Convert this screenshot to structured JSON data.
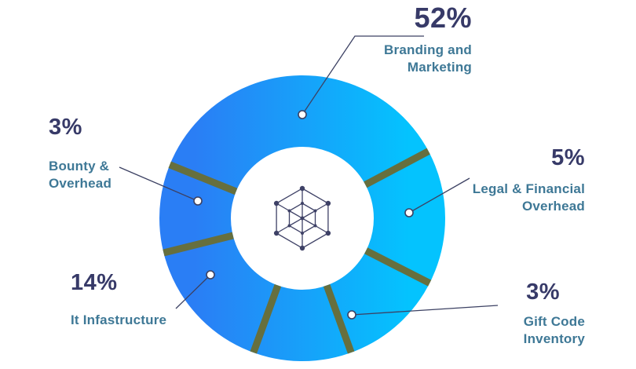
{
  "chart_data": {
    "type": "pie",
    "subtype": "donut",
    "title": "",
    "categories": [
      "Branding and Marketing",
      "Legal & Financial Overhead",
      "Gift Code Inventory",
      "It Infastructure",
      "Bounty & Overhead"
    ],
    "values": [
      52,
      5,
      3,
      14,
      3
    ],
    "unit": "%",
    "legend_position": "radial-callouts",
    "note": "Donut infographic with gradient ring, olive gap separators between slices, callout lines with small ring markers, and a geometric network emblem in the hole. Labeled values sum to 77%; one additional unlabeled segment appears at the bottom of the ring.",
    "style": {
      "donut_hole": true,
      "gradient": [
        "#2a7ef5",
        "#04c3fe"
      ]
    }
  },
  "callouts": {
    "branding": {
      "percent": "52%",
      "line1": "Branding and",
      "line2": "Marketing"
    },
    "legal": {
      "percent": "5%",
      "line1": "Legal & Financial",
      "line2": "Overhead"
    },
    "gift": {
      "percent": "3%",
      "line1": "Gift Code",
      "line2": "Inventory"
    },
    "it": {
      "percent": "14%",
      "line1": "It Infastructure"
    },
    "bounty": {
      "percent": "3%",
      "line1": "Bounty &",
      "line2": "Overhead"
    }
  },
  "icons": {
    "center": "network-web-icon"
  },
  "colors": {
    "gradient_start": "#2a7ef5",
    "gradient_end": "#04c3fe",
    "separator": "#666f3e",
    "percent_text": "#373a68",
    "label_text": "#3e7896",
    "callout_line": "#3c4163",
    "icon": "#3e4166",
    "background": "#ffffff"
  }
}
